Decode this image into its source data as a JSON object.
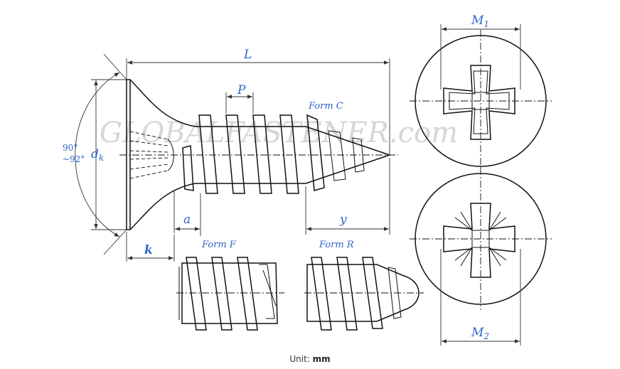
{
  "watermark": "GLOBALFASTENER.com",
  "labels": {
    "L": "L",
    "P": "P",
    "dk_main": "d",
    "dk_sub": "k",
    "angle_top": "90°",
    "angle_bottom": "~92°",
    "a": "a",
    "y": "y",
    "k": "k",
    "M1_main": "M",
    "M1_sub": "1",
    "M2_main": "M",
    "M2_sub": "2"
  },
  "forms": {
    "form_c": "Form C",
    "form_f": "Form F",
    "form_r": "Form R"
  },
  "unit": {
    "prefix": "Unit: ",
    "value": "mm"
  }
}
